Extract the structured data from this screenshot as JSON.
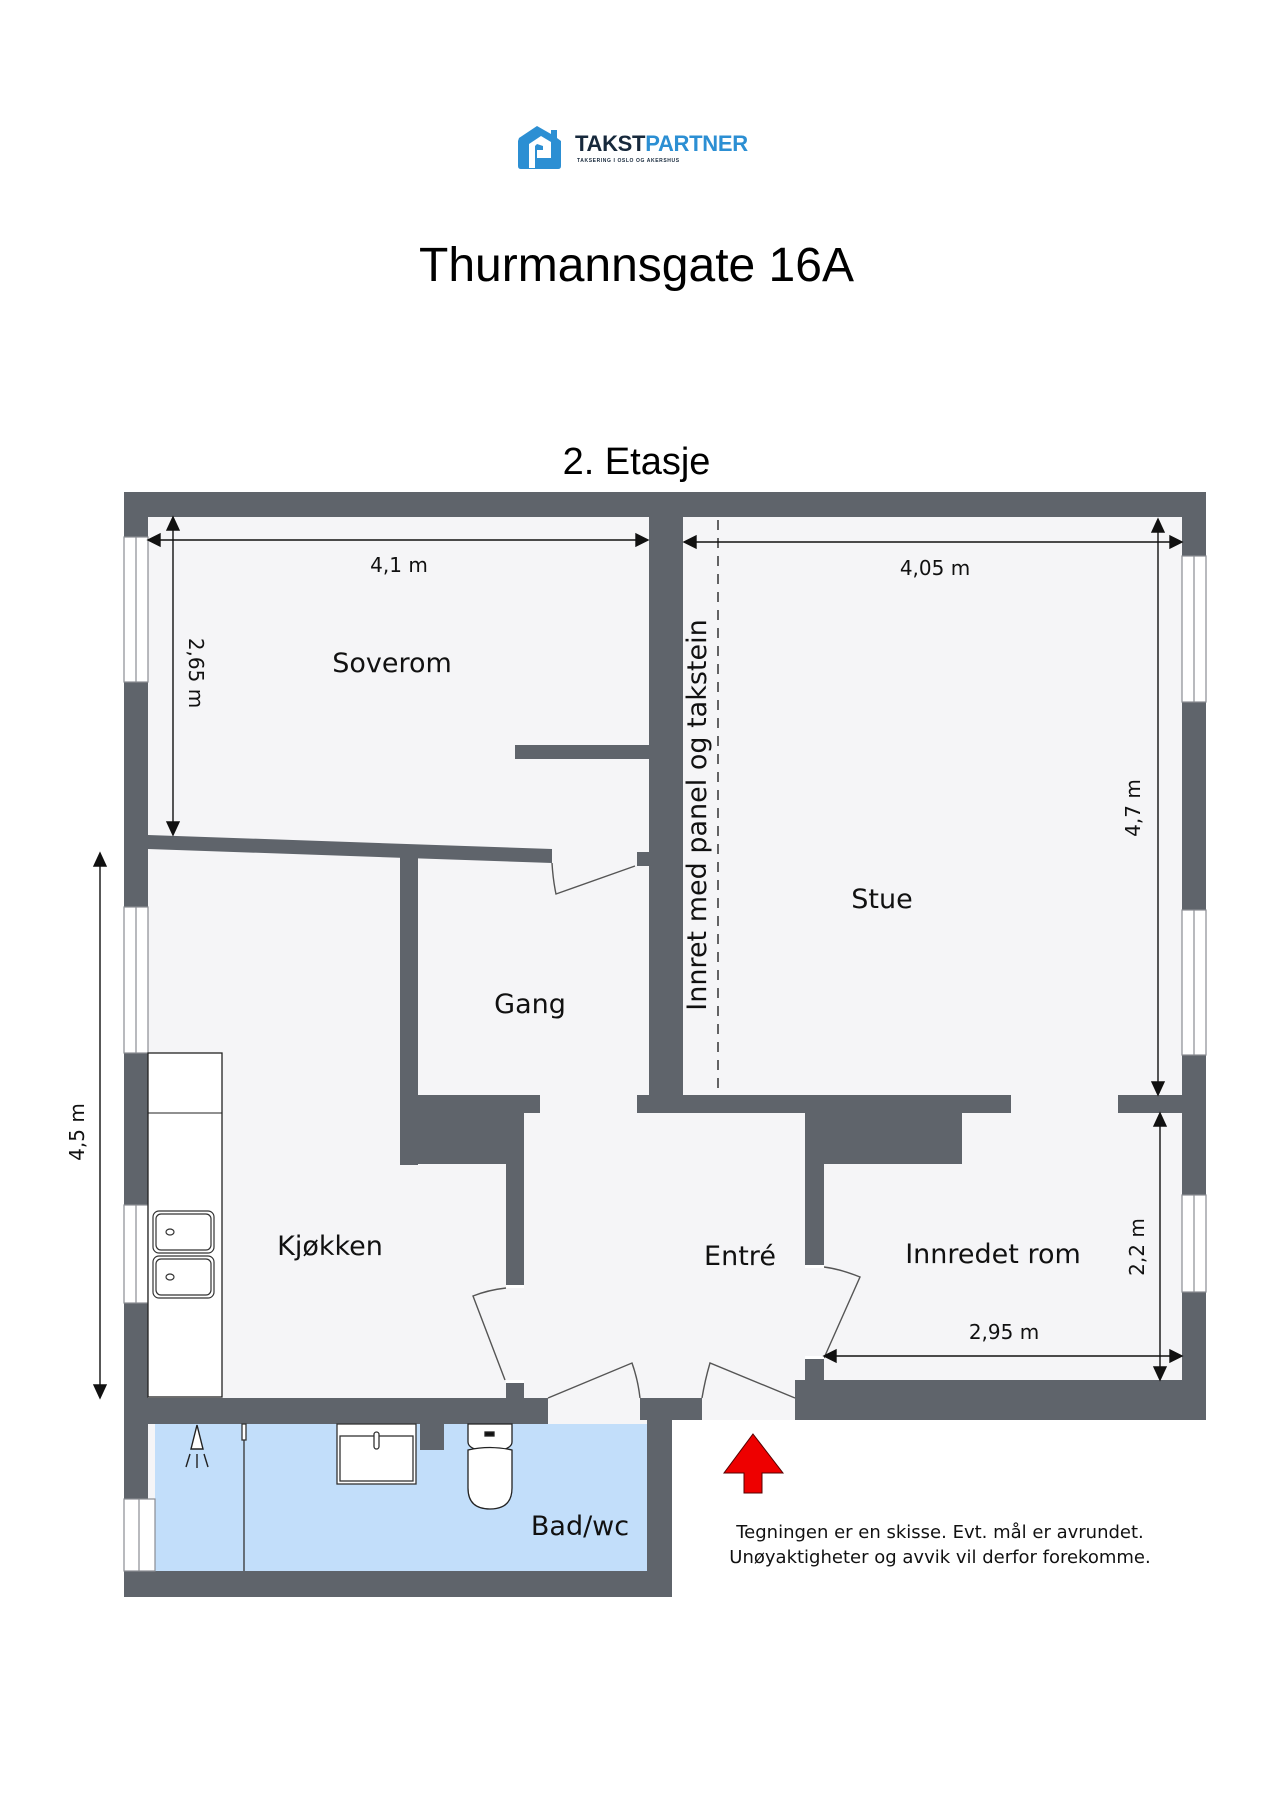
{
  "logo": {
    "brand_part1": "TAKST",
    "brand_part2": "PARTNER",
    "tagline": "TAKSERING I OSLO OG AKERSHUS",
    "icon": "house-icon",
    "colors": {
      "dark": "#17293c",
      "blue": "#2c8fd3"
    }
  },
  "title": "Thurmannsgate 16A",
  "floor": "2. Etasje",
  "colors": {
    "wall": "#5f646b",
    "floor": "#f5f5f7",
    "bathroom": "#c2defa",
    "arrow": "#ee0000"
  },
  "rooms": [
    {
      "id": "soverom",
      "label": "Soverom"
    },
    {
      "id": "stue",
      "label": "Stue"
    },
    {
      "id": "gang",
      "label": "Gang"
    },
    {
      "id": "kjokken",
      "label": "Kjøkken"
    },
    {
      "id": "entre",
      "label": "Entré"
    },
    {
      "id": "innredet",
      "label": "Innredet rom"
    },
    {
      "id": "bad",
      "label": "Bad/wc"
    }
  ],
  "annotation": "Innret med panel og takstein",
  "dimensions": {
    "soverom_width": "4,1 m",
    "soverom_depth": "2,65 m",
    "stue_width": "4,05 m",
    "stue_depth": "4,7 m",
    "kjokken_depth": "4,5 m",
    "innredet_width": "2,95 m",
    "innredet_depth": "2,2 m"
  },
  "entrance_marker": "entrance-arrow-icon",
  "note": {
    "line1": "Tegningen er en skisse. Evt. mål er avrundet.",
    "line2": "Unøyaktigheter og avvik vil derfor forekomme."
  }
}
